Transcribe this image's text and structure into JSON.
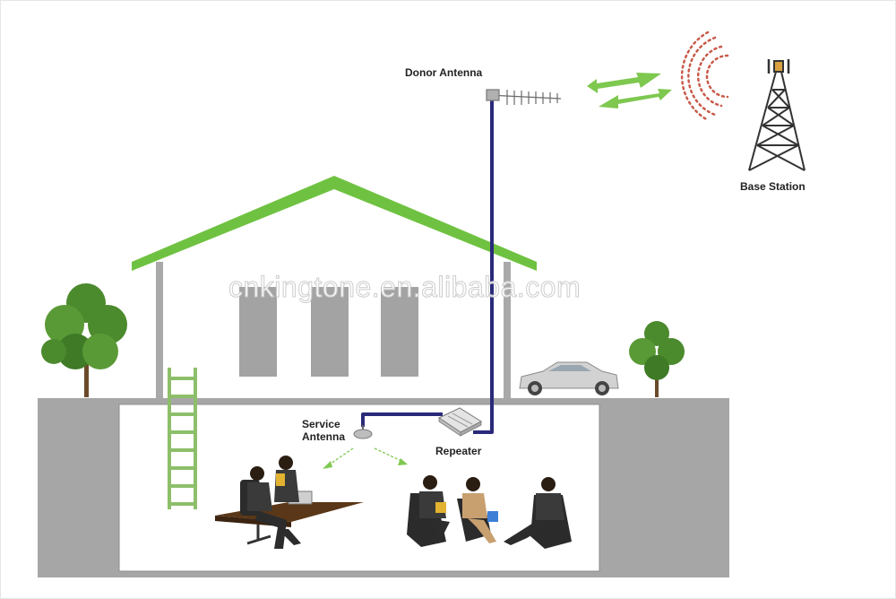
{
  "labels": {
    "donor_antenna": "Donor Antenna",
    "base_station": "Base Station",
    "service_antenna_line1": "Service",
    "service_antenna_line2": "Antenna",
    "repeater": "Repeater"
  },
  "watermark": "cnkingtone.en.alibaba.com",
  "colors": {
    "roof": "#6fc241",
    "wall": "#a9a9a9",
    "window": "#a3a3a3",
    "ground": "#a6a6a6",
    "cable": "#2a2a7a",
    "arrow": "#7ec850",
    "signal_waves": "#c85a4a",
    "ladder": "#8dbf6a",
    "tree_foliage": "#4c8a2e",
    "tower": "#333333"
  }
}
